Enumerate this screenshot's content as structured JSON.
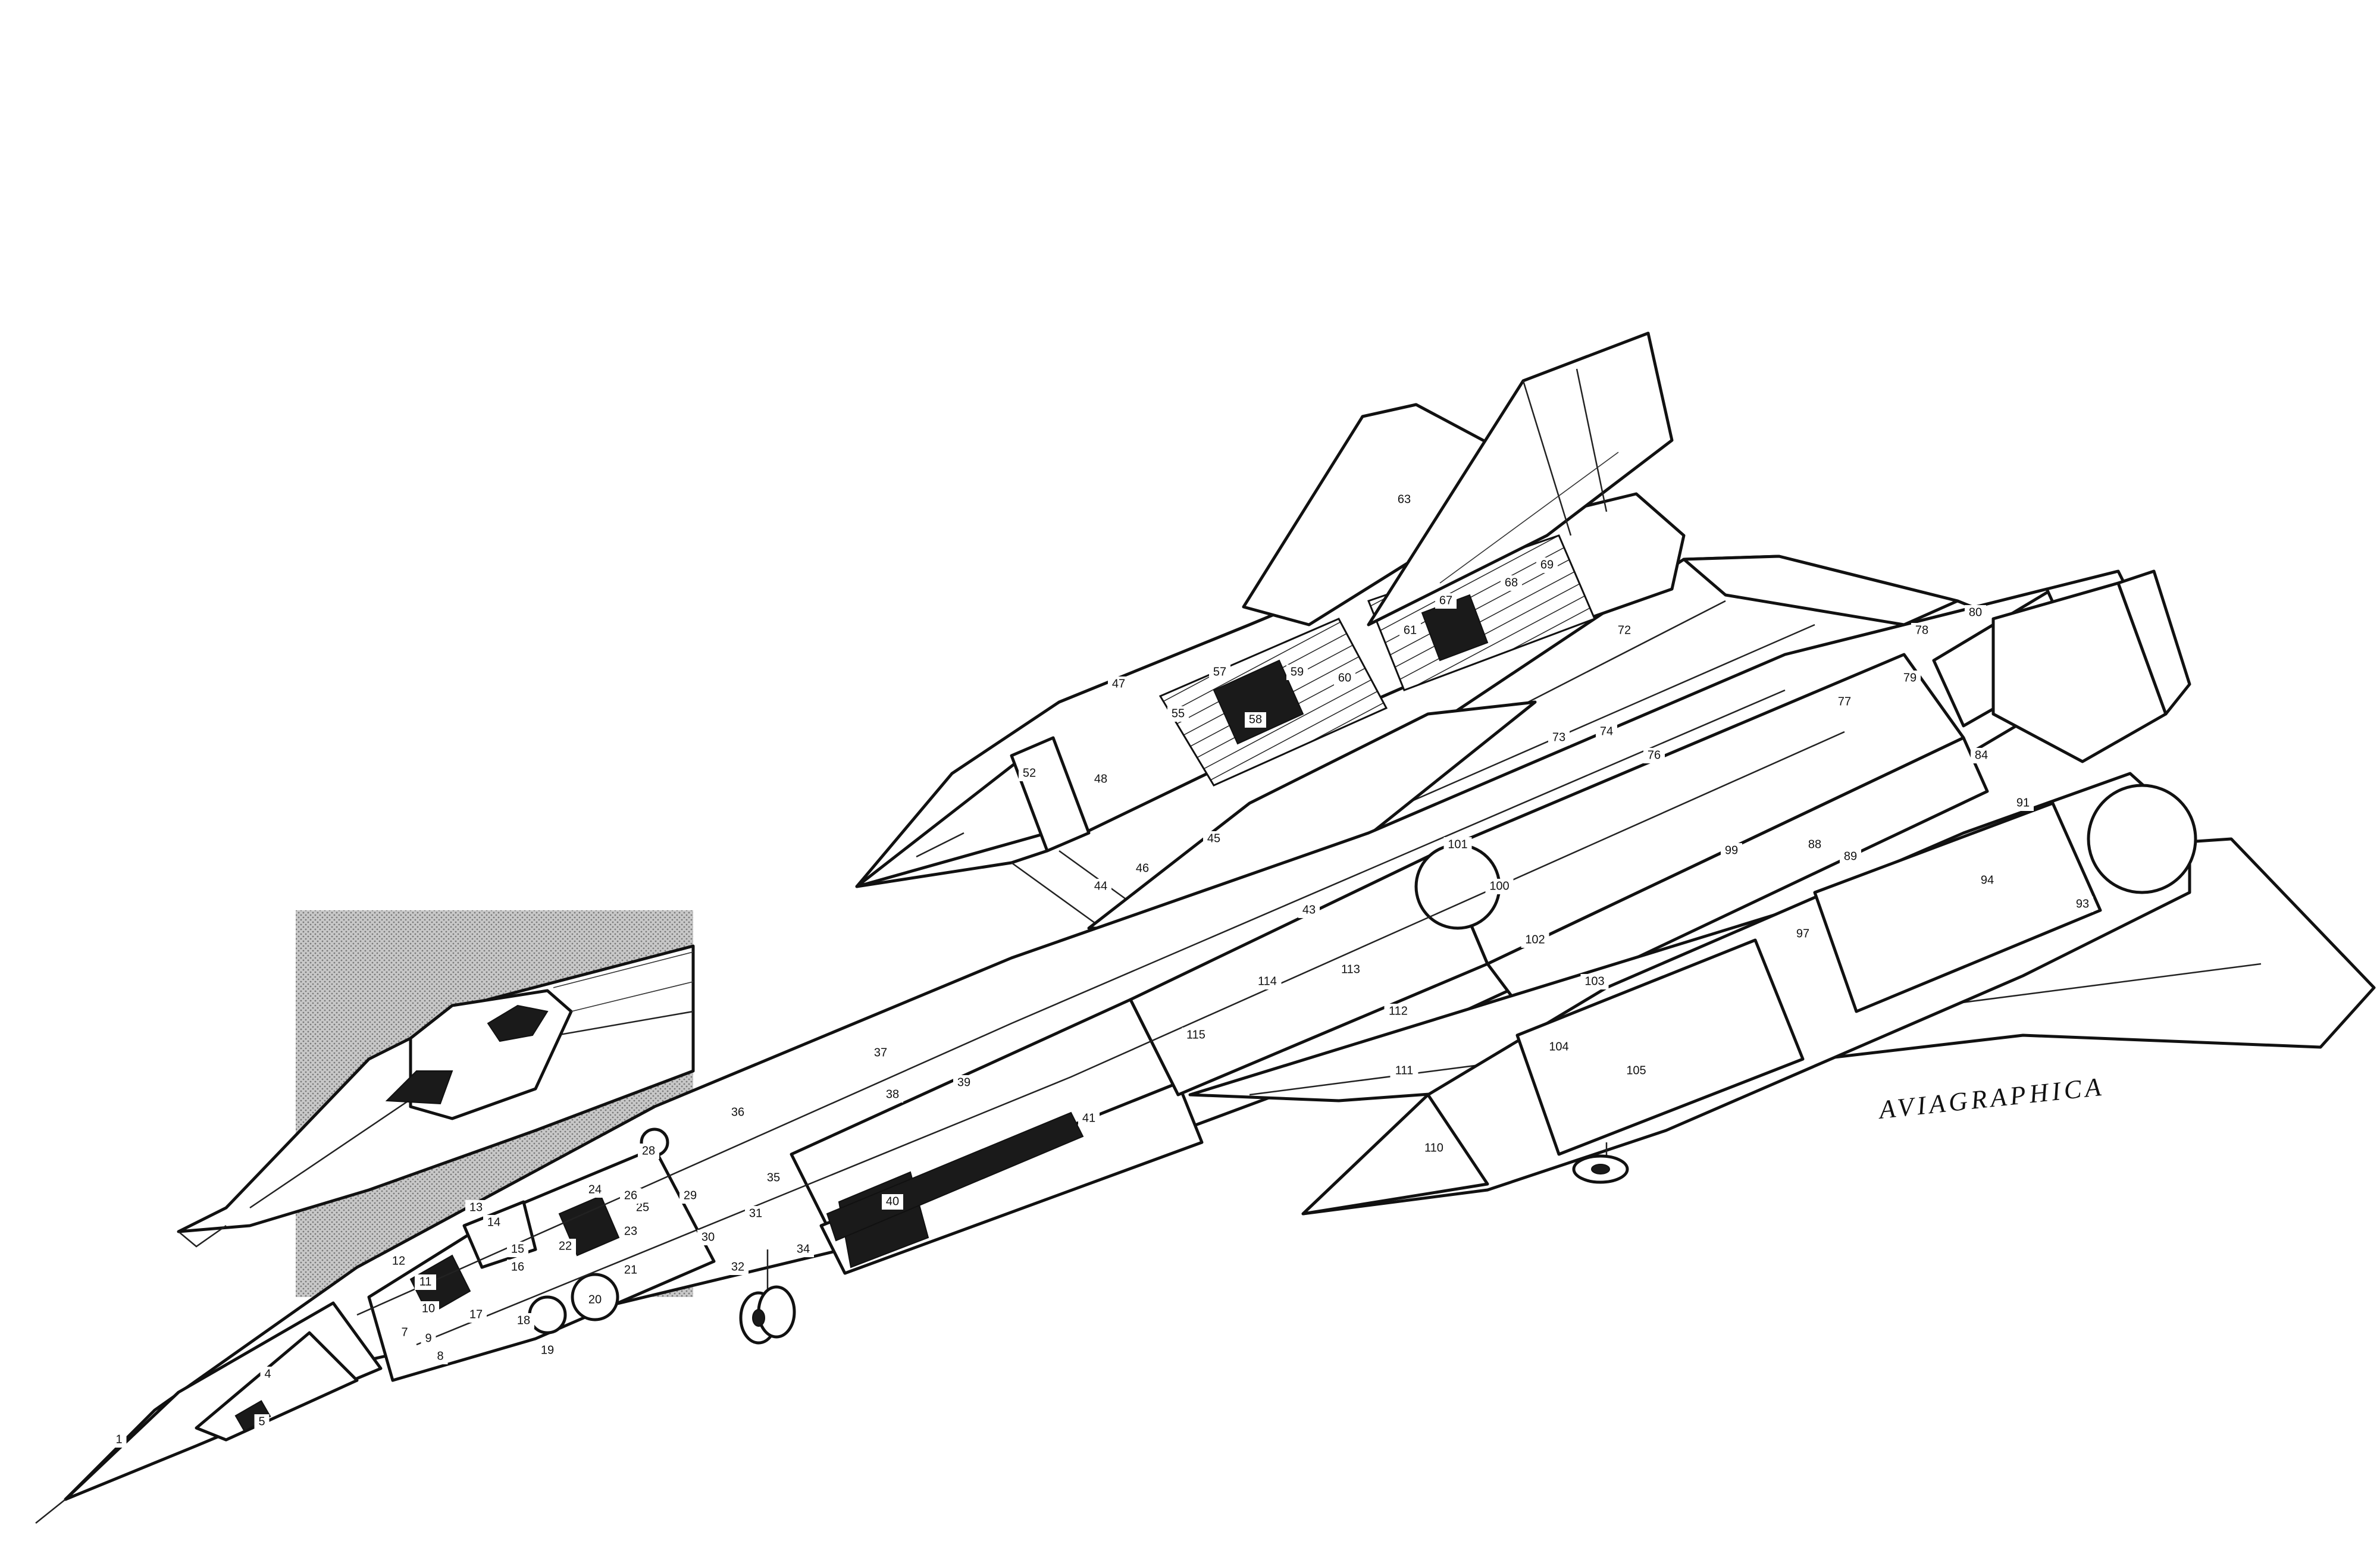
{
  "signature": "AVIAGRAPHICA",
  "callouts": [
    "1",
    "4",
    "5",
    "7",
    "8",
    "9",
    "10",
    "11",
    "12",
    "13",
    "14",
    "15",
    "16",
    "17",
    "18",
    "19",
    "20",
    "21",
    "22",
    "23",
    "24",
    "25",
    "26",
    "28",
    "29",
    "30",
    "31",
    "32",
    "34",
    "35",
    "36",
    "37",
    "38",
    "39",
    "40",
    "41",
    "43",
    "44",
    "45",
    "46",
    "47",
    "48",
    "52",
    "55",
    "57",
    "58",
    "59",
    "60",
    "61",
    "63",
    "67",
    "68",
    "69",
    "72",
    "73",
    "74",
    "76",
    "77",
    "78",
    "79",
    "80",
    "84",
    "88",
    "89",
    "91",
    "93",
    "94",
    "97",
    "99",
    "100",
    "101",
    "102",
    "103",
    "104",
    "105",
    "110",
    "111",
    "112",
    "113",
    "114",
    "115"
  ],
  "colors": {
    "ink": "#111111",
    "paper": "#ffffff",
    "inset_screen": "#b9b9b9"
  }
}
